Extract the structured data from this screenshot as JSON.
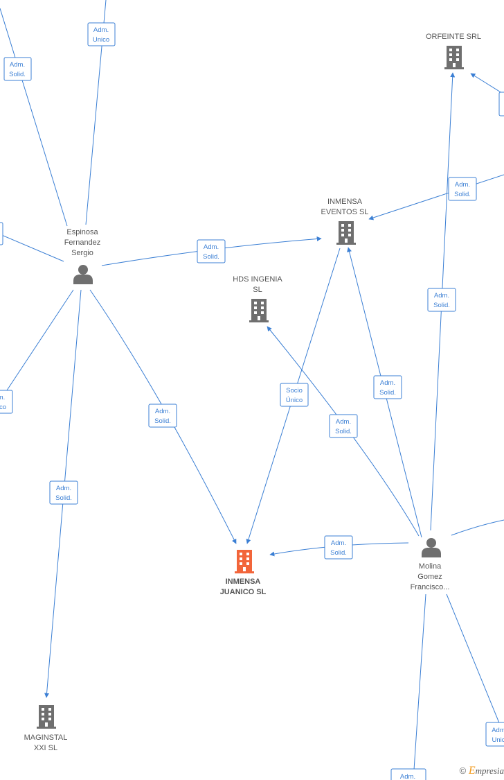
{
  "nodes": {
    "orfeinte": {
      "lines": [
        "ORFEINTE SRL"
      ],
      "kind": "company"
    },
    "inmensa_eventos": {
      "lines": [
        "INMENSA",
        "EVENTOS  SL"
      ],
      "kind": "company"
    },
    "hds": {
      "lines": [
        "HDS INGENIA",
        "SL"
      ],
      "kind": "company"
    },
    "juanico": {
      "lines": [
        "INMENSA",
        "JUANICO  SL"
      ],
      "kind": "company-focus"
    },
    "maginstal": {
      "lines": [
        "MAGINSTAL",
        "XXI  SL"
      ],
      "kind": "company"
    },
    "espinosa": {
      "lines": [
        "Espinosa",
        "Fernandez",
        "Sergio"
      ],
      "kind": "person"
    },
    "molina": {
      "lines": [
        "Molina",
        "Gomez",
        "Francisco..."
      ],
      "kind": "person"
    }
  },
  "edge_labels": {
    "adm_solid": [
      "Adm.",
      "Solid."
    ],
    "adm_unico": [
      "Adm.",
      "Unico"
    ],
    "socio_unico": [
      "Socio",
      "Único"
    ],
    "partial_m_co": [
      "m.",
      "co"
    ],
    "partial_adm_unic": [
      "Adm",
      "Unic"
    ],
    "partial_adm": [
      "Adm."
    ]
  },
  "footer": {
    "copyright": "©",
    "brand_e": "E",
    "brand_rest": "mpresia"
  },
  "colors": {
    "edge": "#3b7fd4",
    "node_icon": "#6f6f6f",
    "focus_icon": "#f2653a",
    "node_text": "#555555"
  }
}
